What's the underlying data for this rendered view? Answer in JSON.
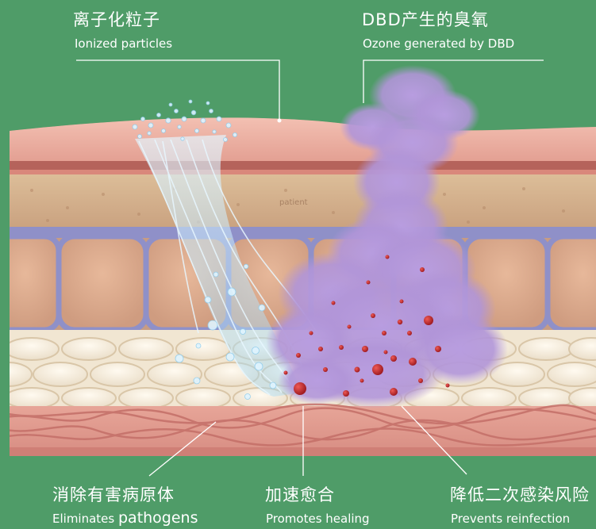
{
  "labels": {
    "ionized": {
      "zh": "离子化粒子",
      "en": "Ionized particles"
    },
    "ozone": {
      "zh": "DBD产生的臭氧",
      "en": "Ozone generated by DBD"
    },
    "pathogens": {
      "zh": "消除有害病原体",
      "en_prefix": "Eliminates ",
      "en_emph": "pathogens"
    },
    "healing": {
      "zh": "加速愈合",
      "en": "Promotes healing"
    },
    "reinfection": {
      "zh": "降低二次感染风险",
      "en": "Prevents reinfection"
    }
  },
  "embossed_text": "patient",
  "colors": {
    "background": "#4f9c68",
    "skin_surface": "#e9a99c",
    "ozone_cloud": "#b79ad6",
    "pathogen": "#c0262c",
    "ion_stream": "#bfe8fb"
  }
}
